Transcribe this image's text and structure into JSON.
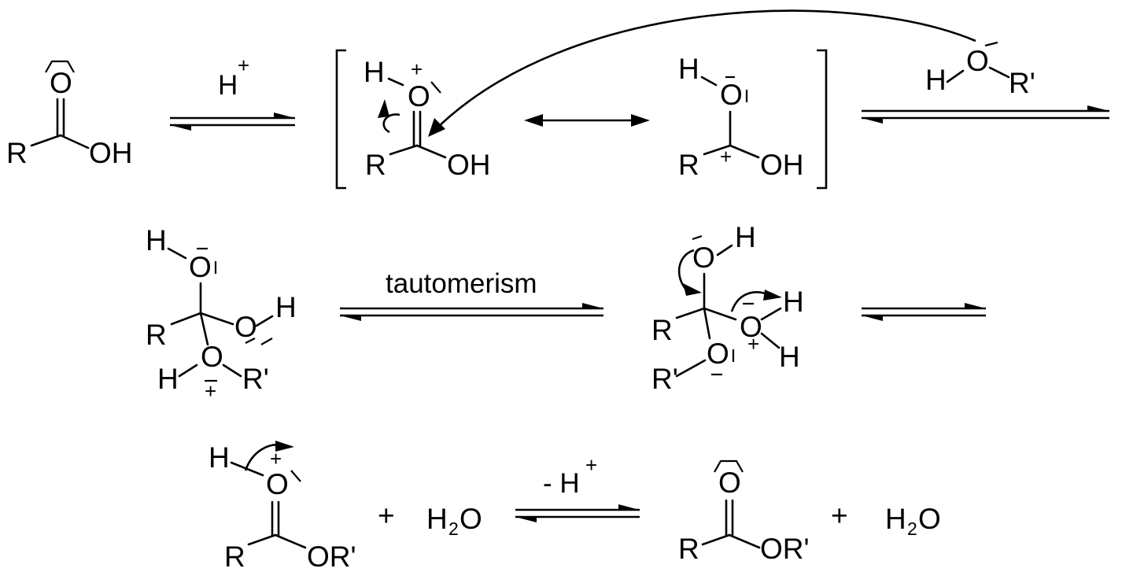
{
  "scheme": {
    "atoms": {
      "O": "O",
      "OH": "OH",
      "R": "R",
      "H": "H",
      "Rp": "R'",
      "ORp": "OR'",
      "H2O_main": "H",
      "H2O_sub": "2",
      "H2O_end": "O"
    },
    "charges": {
      "plus": "+",
      "minus": "–"
    },
    "conditions": {
      "step1_reagent": "H",
      "step1_reagent_charge": "+",
      "tautomerism": "tautomerism",
      "last_step": "- H",
      "last_step_charge": "+"
    },
    "operators": {
      "plus": "+"
    }
  }
}
